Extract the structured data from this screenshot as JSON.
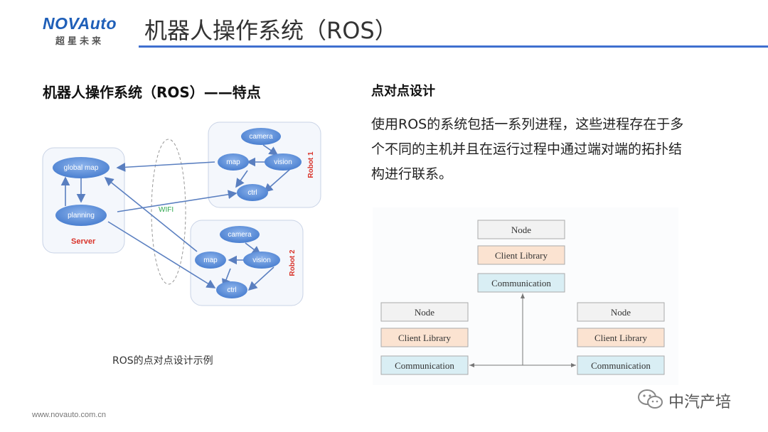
{
  "header": {
    "logo_text": "NOVAuto",
    "logo_subtext": "超星未来",
    "title": "机器人操作系统（ROS）"
  },
  "left": {
    "heading": "机器人操作系统（ROS）——特点",
    "caption": "ROS的点对点设计示例",
    "diagram": {
      "server_label": "Server",
      "robot1_label": "Robot 1",
      "robot2_label": "Robot 2",
      "wifi_label": "WIFI",
      "nodes": {
        "global_map": "global map",
        "planning": "planning",
        "camera": "camera",
        "map": "map",
        "vision": "vision",
        "ctrl": "ctrl"
      }
    }
  },
  "right": {
    "heading": "点对点设计",
    "paragraph": "使用ROS的系统包括一系列进程，这些进程存在于多个不同的主机并且在运行过程中通过端对端的拓扑结构进行联系。",
    "stack_layers": {
      "node": "Node",
      "client_library": "Client Library",
      "communication": "Communication"
    }
  },
  "footer": {
    "url": "www.novauto.com.cn",
    "watermark": "中汽产培"
  },
  "colors": {
    "accent": "#3f6fcf",
    "node_fill": "#5b8ed8",
    "label_red": "#d9342b",
    "wifi_green": "#2fa84f",
    "layer_node": "#f2f2f2",
    "layer_client": "#fbe3d1",
    "layer_comm": "#d9eef4"
  }
}
